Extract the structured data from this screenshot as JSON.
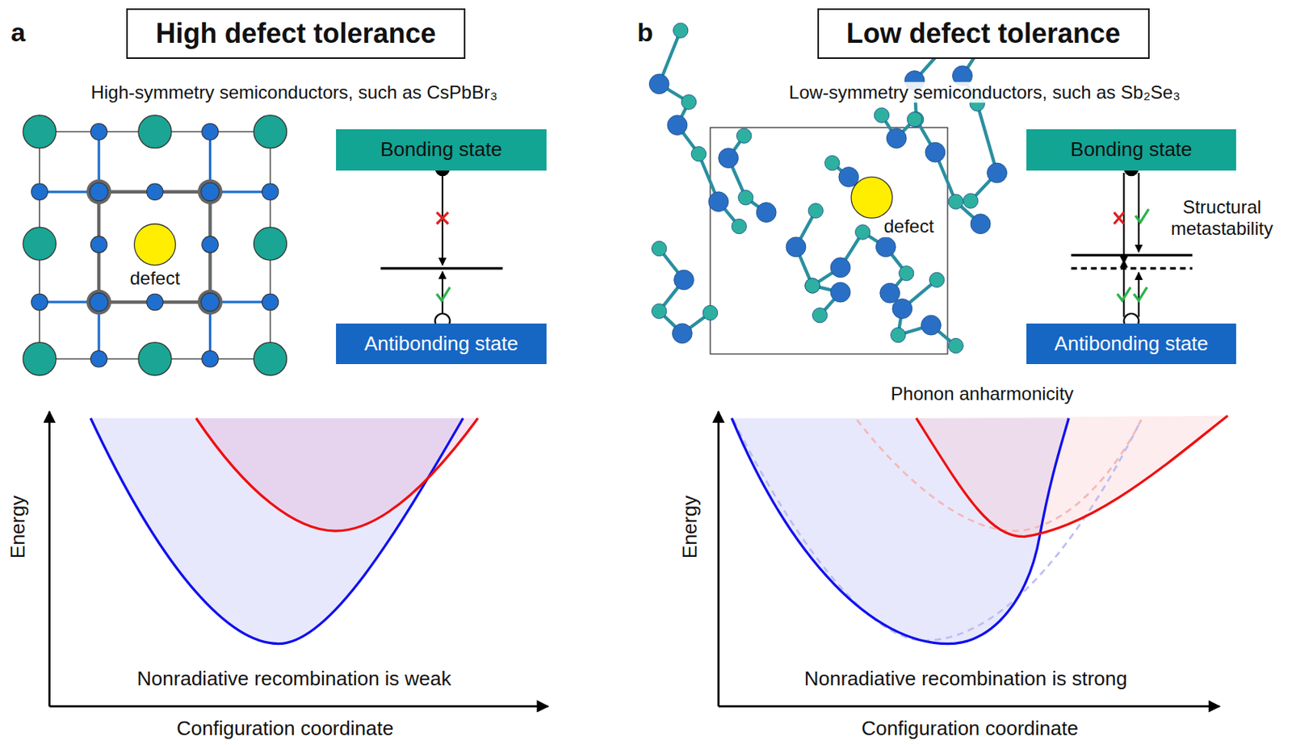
{
  "diagram": {
    "nodes": [
      {
        "text": [
          "High defect tolerance"
        ]
      },
      {
        "text": [
          "Bonding state"
        ]
      },
      {
        "text": [
          "Antibonding state"
        ]
      },
      {
        "text": [
          "Low defect tolerance"
        ]
      },
      {
        "text": [
          "Bonding state"
        ]
      },
      {
        "text": [
          "Antibonding state"
        ]
      }
    ],
    "labels": [
      "a",
      "High-symmetry semiconductors, such as CsPbBr₃",
      "defect",
      "Energy",
      "Nonradiative recombination is weak",
      "Configuration coordinate",
      "b",
      "Low-symmetry semiconductors, such as Sb₂Se₃",
      "defect",
      "Structural metastability",
      "Phonon anharmonicity",
      "Energy",
      "Nonradiative recombination is strong",
      "Configuration coordinate"
    ]
  }
}
